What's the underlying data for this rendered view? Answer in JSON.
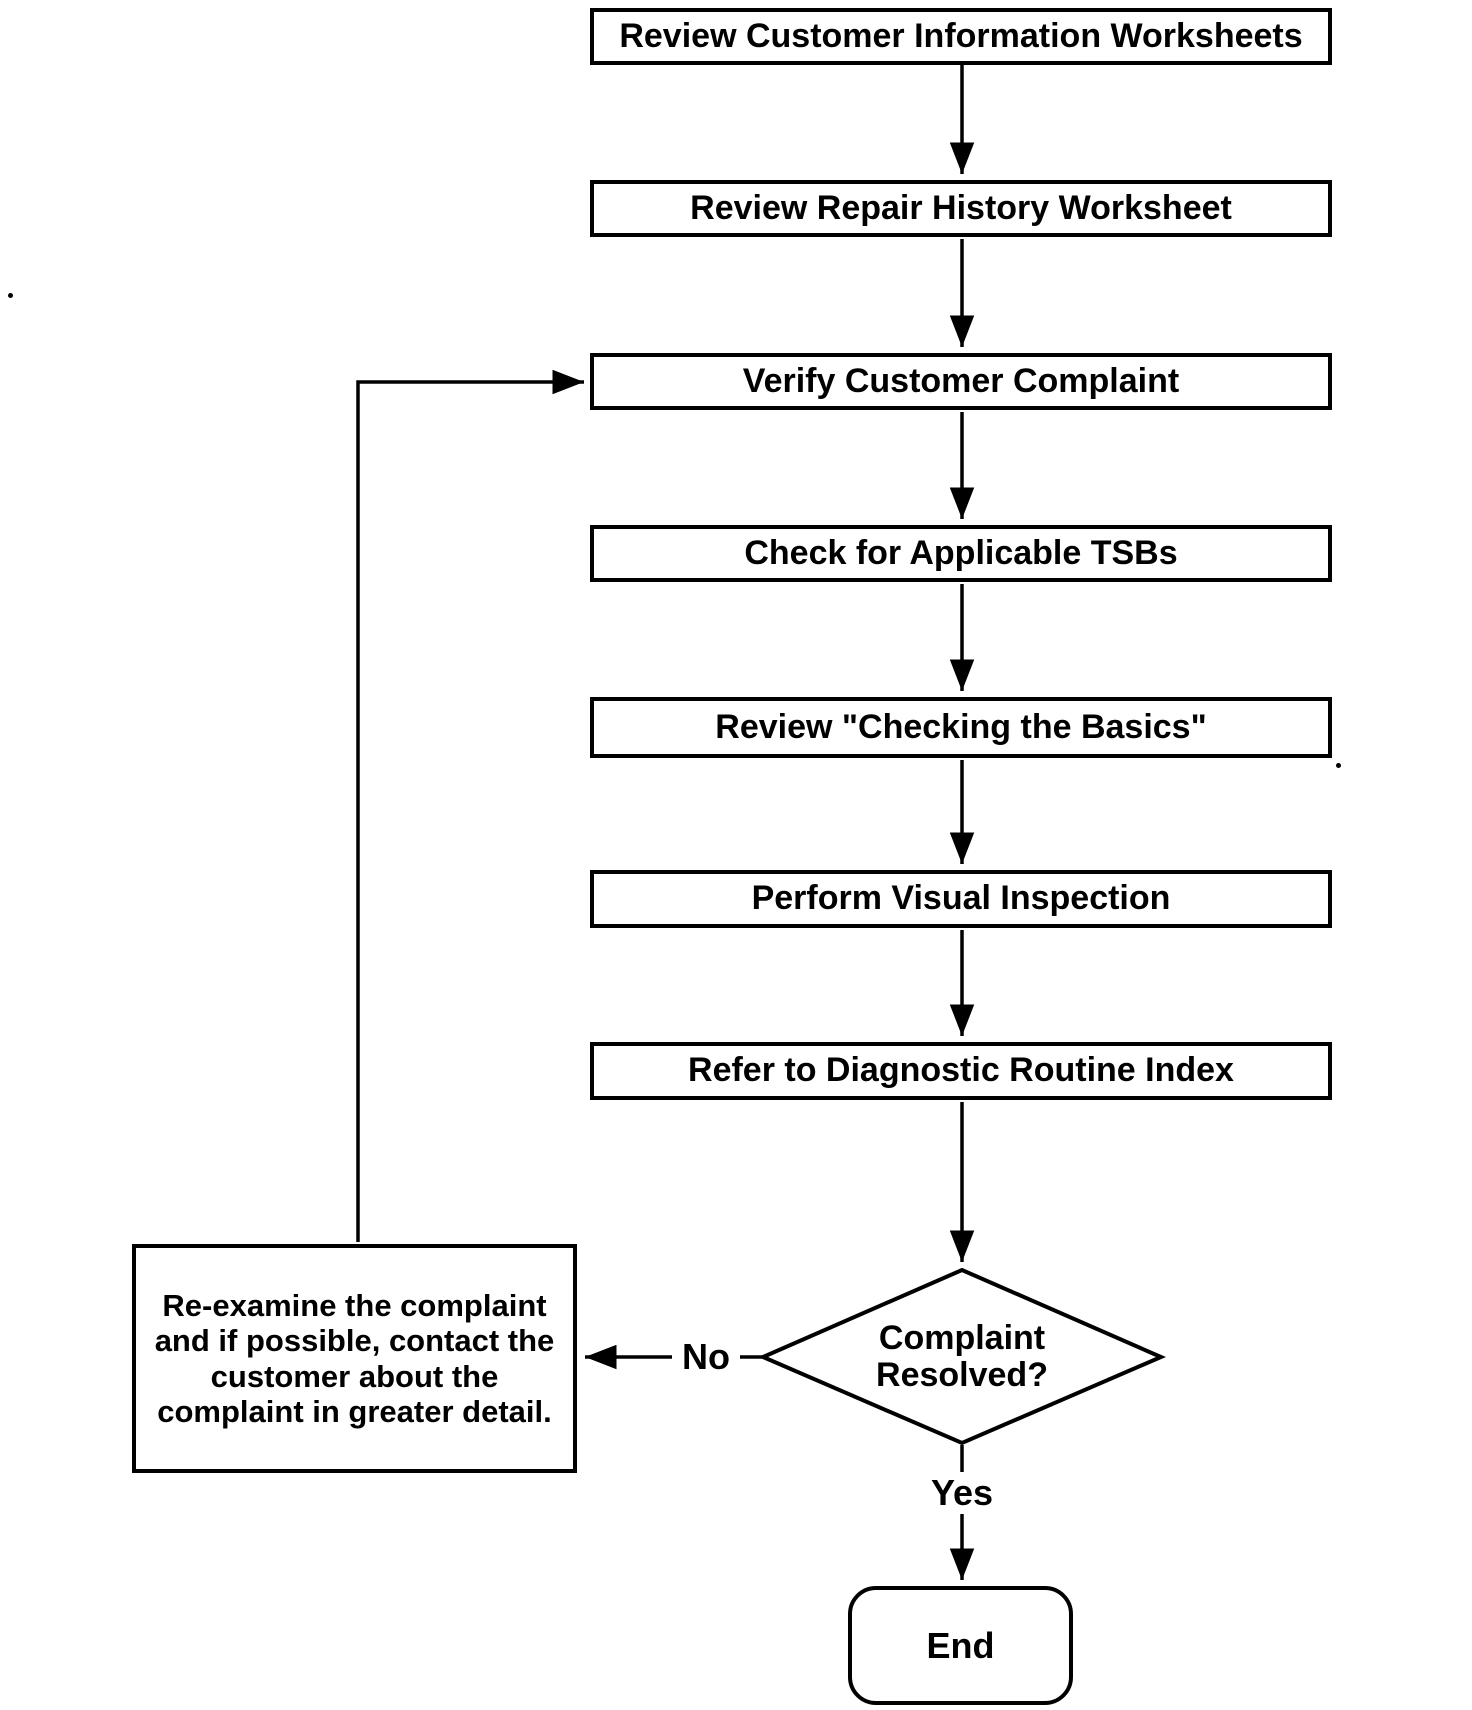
{
  "page": {
    "background": "#ffffff",
    "ink": "#000000"
  },
  "flowchart": {
    "process_nodes": [
      {
        "label": "Review Customer Information Worksheets"
      },
      {
        "label": "Review Repair History Worksheet"
      },
      {
        "label": "Verify Customer Complaint"
      },
      {
        "label": "Check for Applicable TSBs"
      },
      {
        "label": "Review \"Checking the Basics\""
      },
      {
        "label": "Perform Visual Inspection"
      },
      {
        "label": "Refer to Diagnostic Routine Index"
      }
    ],
    "decision_node": {
      "label": "Complaint Resolved?"
    },
    "action_node": {
      "label": "Re-examine the complaint and if possible, contact the customer about the complaint in greater detail."
    },
    "terminal_node": {
      "label": "End"
    },
    "edge_labels": {
      "no": "No",
      "yes": "Yes"
    }
  }
}
